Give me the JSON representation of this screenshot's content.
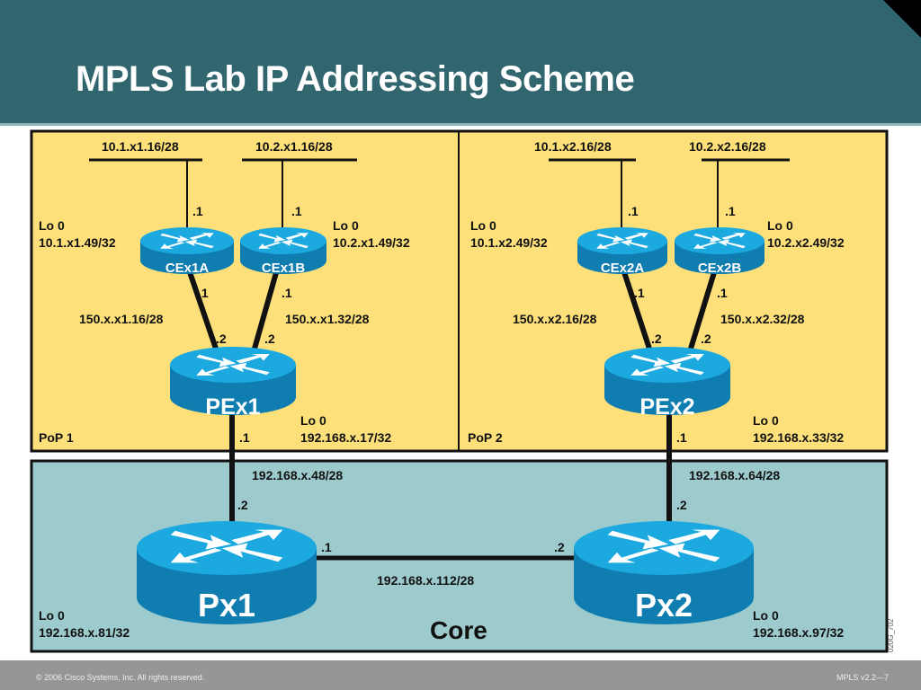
{
  "header": {
    "title": "MPLS Lab IP Addressing Scheme"
  },
  "colors": {
    "header_bg": "#31666f",
    "pop_bg": "#fde07a",
    "core_bg": "#9ccacd",
    "router_top": "#1ba9e0",
    "router_side": "#0f7db0",
    "footer_bg": "#969696"
  },
  "pop1": {
    "label": "PoP 1",
    "lan_a": "10.1.x1.16/28",
    "lan_b": "10.2.x1.16/28",
    "lan_a_host": ".1",
    "lan_b_host": ".1",
    "ce_a": {
      "name": "CEx1A",
      "lo_label": "Lo 0",
      "lo_addr": "10.1.x1.49/32",
      "wan_host": ".1"
    },
    "ce_b": {
      "name": "CEx1B",
      "lo_label": "Lo 0",
      "lo_addr": "10.2.x1.49/32",
      "wan_host": ".1"
    },
    "link_a": "150.x.x1.16/28",
    "link_b": "150.x.x1.32/28",
    "pe_host_a": ".2",
    "pe_host_b": ".2",
    "pe": {
      "name": "PEx1",
      "lo_label": "Lo 0",
      "lo_addr": "192.168.x.17/32",
      "uplink_host": ".1"
    }
  },
  "pop2": {
    "label": "PoP 2",
    "lan_a": "10.1.x2.16/28",
    "lan_b": "10.2.x2.16/28",
    "lan_a_host": ".1",
    "lan_b_host": ".1",
    "ce_a": {
      "name": "CEx2A",
      "lo_label": "Lo 0",
      "lo_addr": "10.1.x2.49/32",
      "wan_host": ".1"
    },
    "ce_b": {
      "name": "CEx2B",
      "lo_label": "Lo 0",
      "lo_addr": "10.2.x2.49/32",
      "wan_host": ".1"
    },
    "link_a": "150.x.x2.16/28",
    "link_b": "150.x.x2.32/28",
    "pe_host_a": ".2",
    "pe_host_b": ".2",
    "pe": {
      "name": "PEx2",
      "lo_label": "Lo 0",
      "lo_addr": "192.168.x.33/32",
      "uplink_host": ".1"
    }
  },
  "core": {
    "label": "Core",
    "link_pe1_p1": "192.168.x.48/28",
    "link_pe2_p2": "192.168.x.64/28",
    "link_p1_p2": "192.168.x.112/28",
    "p1": {
      "name": "Px1",
      "lo_label": "Lo 0",
      "lo_addr": "192.168.x.81/32",
      "up_host": ".2",
      "core_host": ".1"
    },
    "p2": {
      "name": "Px2",
      "lo_label": "Lo 0",
      "lo_addr": "192.168.x.97/32",
      "up_host": ".2",
      "core_host": ".2"
    }
  },
  "figure_id": "020G_702",
  "footer": {
    "copyright": "© 2006 Cisco Systems, Inc. All rights reserved.",
    "slide_ref": "MPLS v2.2—7"
  }
}
